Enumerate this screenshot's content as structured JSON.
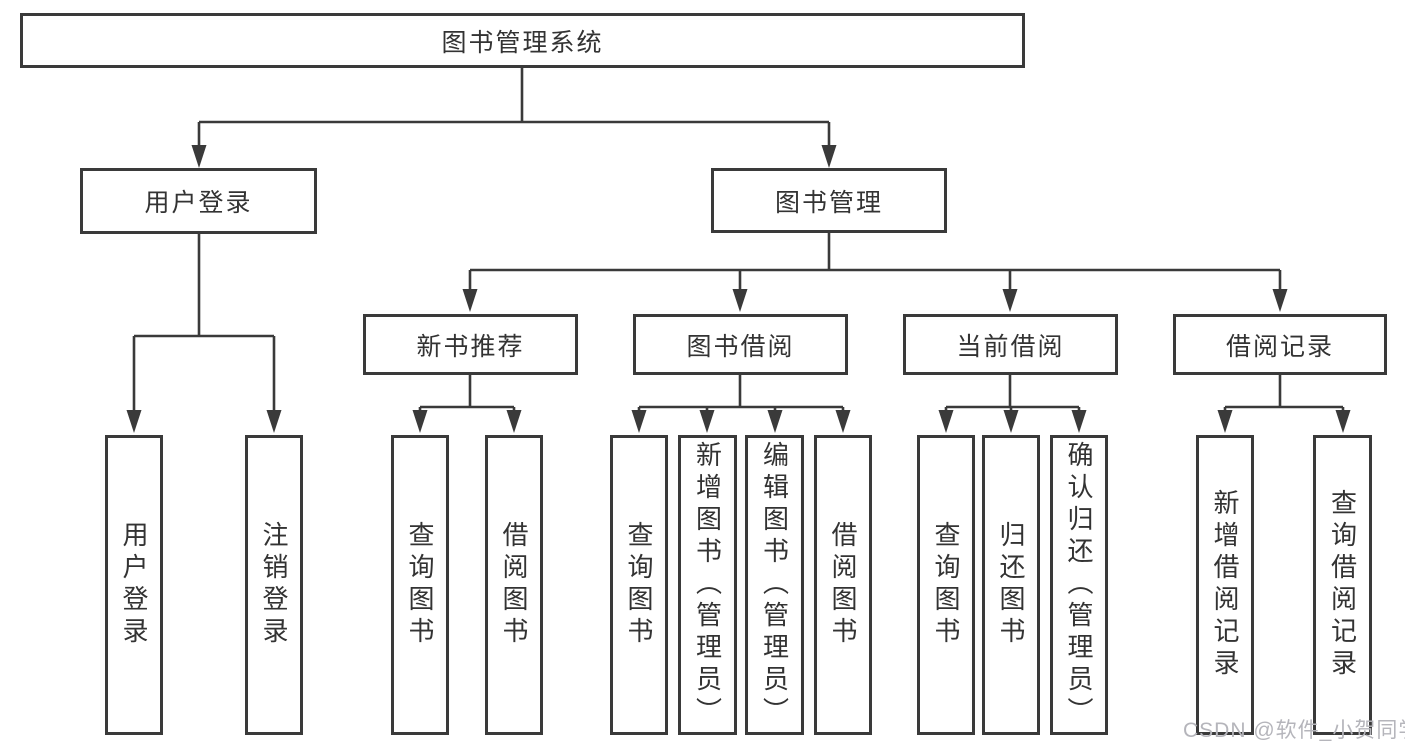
{
  "diagram_type": "hierarchy-tree",
  "nodes": {
    "root": "图书管理系统",
    "user_login": "用户登录",
    "book_mgmt": "图书管理",
    "login": "用户登录",
    "logout": "注销登录",
    "new_books": "新书推荐",
    "book_borrow": "图书借阅",
    "current_borrow": "当前借阅",
    "borrow_records": "借阅记录",
    "nb_query": "查询图书",
    "nb_borrow": "借阅图书",
    "bb_query": "查询图书",
    "bb_add": "新增图书（管理员）",
    "bb_edit": "编辑图书（管理员）",
    "bb_borrow": "借阅图书",
    "cb_query": "查询图书",
    "cb_return": "归还图书",
    "cb_confirm": "确认归还（管理员）",
    "br_add": "新增借阅记录",
    "br_query": "查询借阅记录"
  },
  "hierarchy": {
    "图书管理系统": [
      "用户登录",
      "图书管理"
    ],
    "用户登录": [
      "用户登录",
      "注销登录"
    ],
    "图书管理": [
      "新书推荐",
      "图书借阅",
      "当前借阅",
      "借阅记录"
    ],
    "新书推荐": [
      "查询图书",
      "借阅图书"
    ],
    "图书借阅": [
      "查询图书",
      "新增图书（管理员）",
      "编辑图书（管理员）",
      "借阅图书"
    ],
    "当前借阅": [
      "查询图书",
      "归还图书",
      "确认归还（管理员）"
    ],
    "借阅记录": [
      "新增借阅记录",
      "查询借阅记录"
    ]
  },
  "watermark": "CSDN @软件_小贺同学",
  "colors": {
    "line": "#3a3a3a",
    "border": "#3a3a3a",
    "text": "#333333",
    "watermark": "#b5b5bb",
    "background": "#ffffff"
  }
}
